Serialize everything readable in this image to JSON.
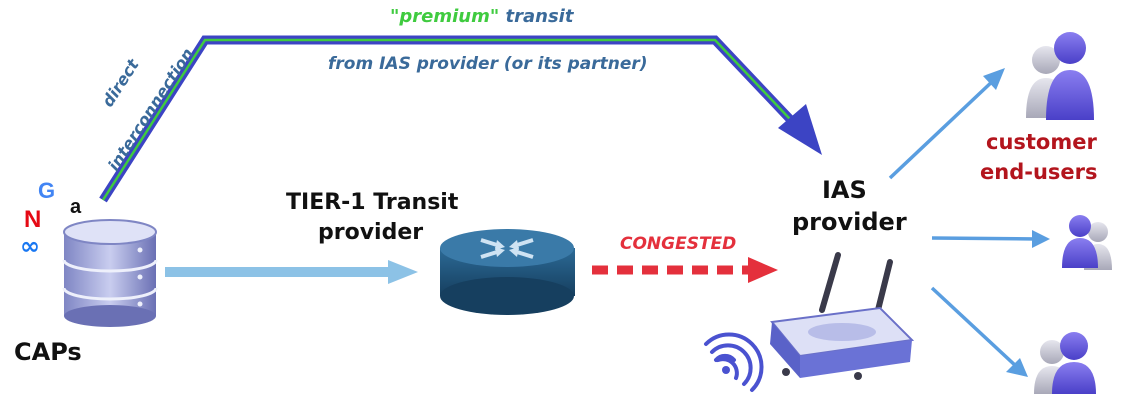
{
  "premium_transit": {
    "premium_word": "\"premium\"",
    "rest": " transit"
  },
  "premium_subtitle": "from IAS provider (or its partner)",
  "direct_interconnection": {
    "line1": "direct",
    "line2": "interconnection"
  },
  "tier1": {
    "line1": "TIER-1 Transit",
    "line2": "provider"
  },
  "congested": "CONGESTED",
  "ias": {
    "line1": "IAS",
    "line2": "provider"
  },
  "customers": {
    "line1": "customer",
    "line2": "end-users"
  },
  "caps_label": "CAPs",
  "cap_logos": {
    "google": "G",
    "amazon": "a",
    "netflix": "N",
    "meta": "∞"
  },
  "colors": {
    "premium_green": "#3fcb3f",
    "premium_blue": "#4048c8",
    "arrow_light_blue": "#8cc2e6",
    "congested_red": "#e4303c",
    "customer_red": "#b3151d",
    "fanout_blue": "#5a9ee0",
    "router_dark": "#1e5a86"
  }
}
